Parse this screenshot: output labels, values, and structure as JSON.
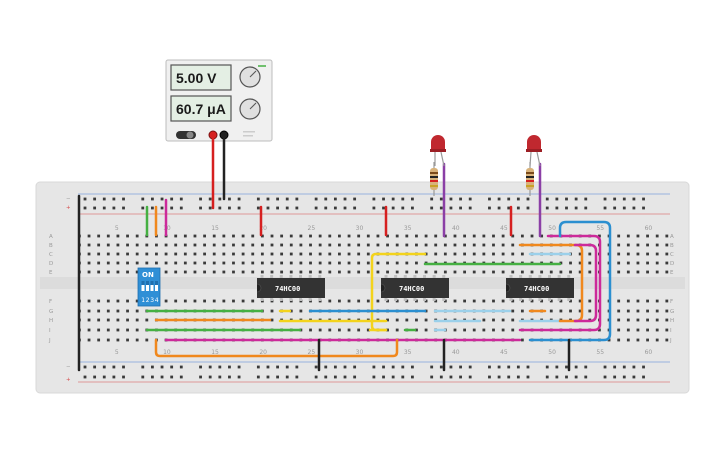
{
  "power_supply": {
    "voltage": "5.00 V",
    "current": "60.7 μA"
  },
  "chips": [
    "74HC00",
    "74HC00",
    "74HC00"
  ],
  "dip_switch": {
    "on_label": "ON",
    "numbers": [
      "1",
      "2",
      "3",
      "4"
    ]
  },
  "breadboard": {
    "column_numbers_top": [
      "5",
      "10",
      "15",
      "20",
      "25",
      "30",
      "35",
      "40",
      "45",
      "50",
      "55",
      "60"
    ],
    "column_numbers_bottom": [
      "5",
      "10",
      "15",
      "20",
      "25",
      "30",
      "35",
      "40",
      "45",
      "50",
      "55",
      "60"
    ],
    "rows_top": [
      "A",
      "B",
      "C",
      "D",
      "E"
    ],
    "rows_bottom": [
      "F",
      "G",
      "H",
      "I",
      "J"
    ],
    "rail_minus": "−",
    "rail_plus": "+"
  },
  "colors": {
    "board": "#e8e8e8",
    "chip": "#333333",
    "dip": "#2f8fd6",
    "wire_green": "#45b042",
    "wire_orange": "#f0881d",
    "wire_magenta": "#cc2a9a",
    "wire_yellow": "#f3d31c",
    "wire_blue": "#2b8fd0",
    "wire_light_blue": "#9bd0ea",
    "wire_red": "#d62020",
    "wire_black": "#222222",
    "wire_purple": "#8b3fa6"
  }
}
